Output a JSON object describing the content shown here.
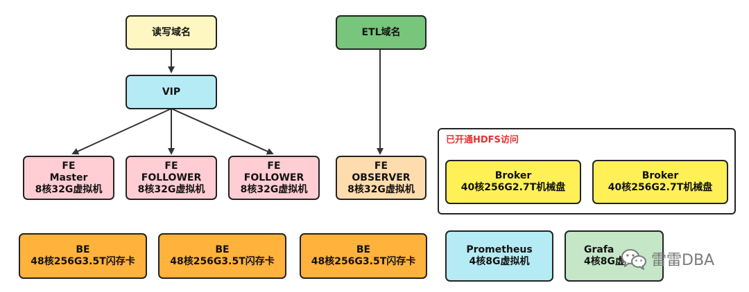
{
  "nodes": {
    "rw_domain": "读写域名",
    "etl_domain": "ETL域名",
    "vip": "VIP",
    "fe_master": [
      "FE",
      "Master",
      "8核32G虚拟机"
    ],
    "fe_follower_1": [
      "FE",
      "FOLLOWER",
      "8核32G虚拟机"
    ],
    "fe_follower_2": [
      "FE",
      "FOLLOWER",
      "8核32G虚拟机"
    ],
    "fe_observer": [
      "FE",
      "OBSERVER",
      "8核32G虚拟机"
    ],
    "broker_1": [
      "Broker",
      "40核256G2.7T机械盘"
    ],
    "broker_2": [
      "Broker",
      "40核256G2.7T机械盘"
    ],
    "be_1": [
      "BE",
      "48核256G3.5T闪存卡"
    ],
    "be_2": [
      "BE",
      "48核256G3.5T闪存卡"
    ],
    "be_3": [
      "BE",
      "48核256G3.5T闪存卡"
    ],
    "prometheus": [
      "Prometheus",
      "4核8G虚拟机"
    ],
    "grafana": [
      "Grafa",
      "4核8G虚"
    ]
  },
  "group": {
    "label": "已开通HDFS访问"
  },
  "watermark": {
    "text": "雷雷DBA",
    "icon": "wechat-icon"
  },
  "colors": {
    "highlight_red": "#e8302f",
    "domain_yellow": "#fff7c2",
    "etl_green": "#77c67b",
    "vip_cyan": "#b5ebf5",
    "fe_pink": "#ffcdd3",
    "observer_peach": "#ffdcad",
    "broker_yellow": "#fff058",
    "be_orange": "#ffb23c",
    "grafana_mint": "#c5e6c7"
  }
}
